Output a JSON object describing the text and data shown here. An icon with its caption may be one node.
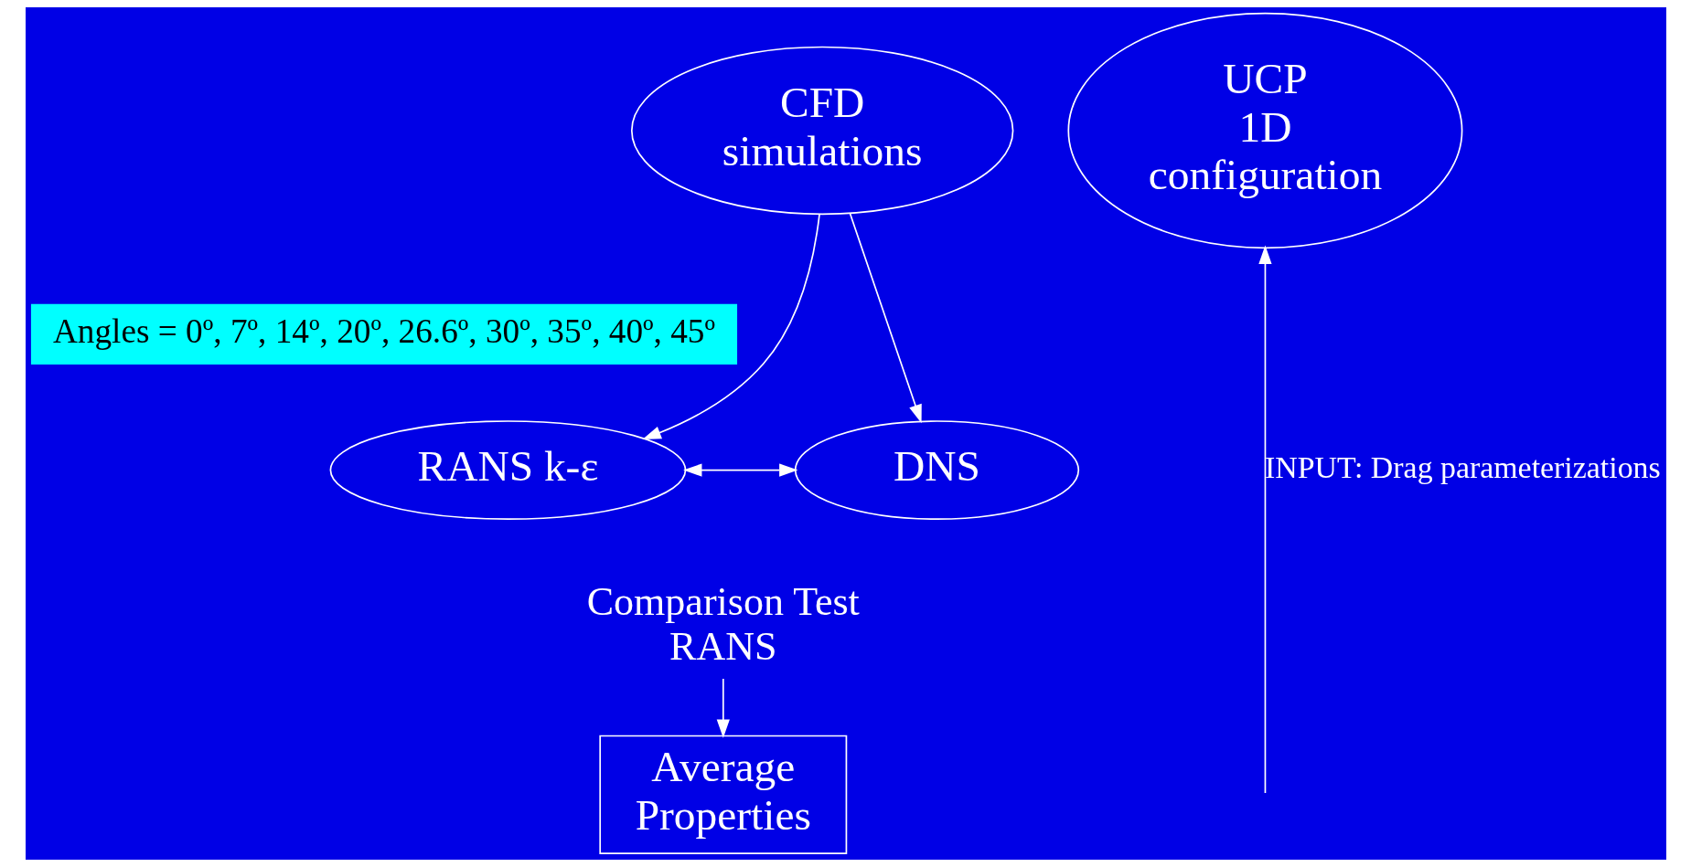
{
  "diagram": {
    "nodes": [
      {
        "text": [
          "CFD simulations"
        ]
      },
      {
        "text": [
          "Angles = 0º, 7º, 14º, 20º, 26.6º, 30º, 35º, 40º, 45º"
        ]
      },
      {
        "text": [
          "RANS k-ε"
        ]
      },
      {
        "text": [
          "DNS"
        ]
      },
      {
        "text": [
          "Comparison Test RANS"
        ]
      },
      {
        "text": [
          "Average Properties"
        ]
      },
      {
        "text": [
          "UCP 1D configuration"
        ]
      }
    ],
    "edges": [
      {
        "from": 0,
        "to": 2,
        "arrow": "to"
      },
      {
        "from": 0,
        "to": 3,
        "arrow": "to"
      },
      {
        "from": 2,
        "to": 3,
        "arrow": "both"
      },
      {
        "from": 4,
        "to": 5,
        "arrow": "to"
      },
      {
        "from": null,
        "to": 6,
        "arrow": "to",
        "label": "INPUT: Drag parameterizations"
      }
    ]
  }
}
